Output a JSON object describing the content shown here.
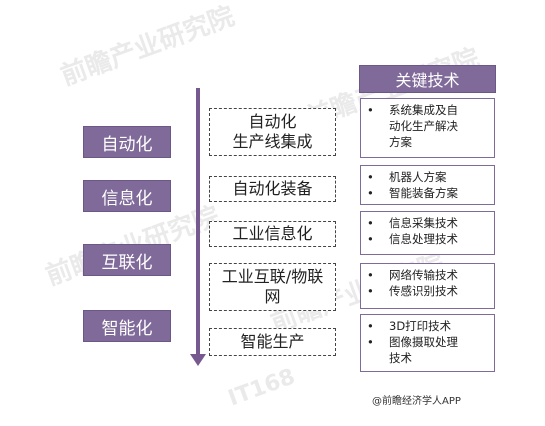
{
  "stages": [
    "自动化",
    "信息化",
    "互联化",
    "智能化"
  ],
  "technologies": [
    [
      "自动化",
      "生产线集成"
    ],
    [
      "自动化装备"
    ],
    [
      "工业信息化"
    ],
    [
      "工业互联/物联",
      "网"
    ],
    [
      "智能生产"
    ]
  ],
  "key_tech": {
    "header": "关键技术",
    "groups": [
      [
        [
          "系统集成及自",
          "动化生产解决",
          "方案"
        ]
      ],
      [
        [
          "机器人方案"
        ],
        [
          "智能装备方案"
        ]
      ],
      [
        [
          "信息采集技术"
        ],
        [
          "信息处理技术"
        ]
      ],
      [
        [
          "网络传输技术"
        ],
        [
          "传感识别技术"
        ]
      ],
      [
        [
          "3D打印技术"
        ],
        [
          "图像摄取处理",
          "技术"
        ]
      ]
    ]
  },
  "bullet": "•",
  "watermark": "前瞻产业研究院",
  "brand_watermark": "IT168",
  "credit": "@前瞻经济学人APP",
  "colors": {
    "accent": "#7f6a9a",
    "arrow": "#75598f"
  }
}
